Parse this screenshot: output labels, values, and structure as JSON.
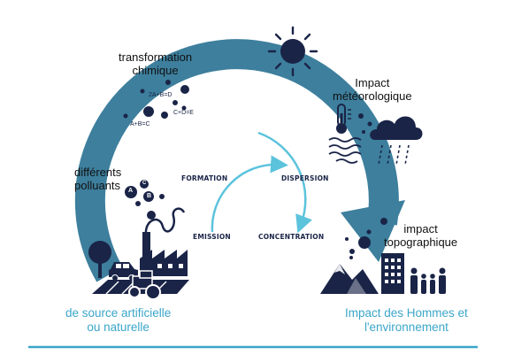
{
  "labels": {
    "transformation": [
      "transformation",
      "chimique"
    ],
    "meteo": [
      "Impact",
      "météorologique"
    ],
    "polluants": [
      "différents",
      "polluants"
    ],
    "topo": [
      "impact",
      "topographique"
    ],
    "source": [
      "de source artificielle",
      "ou naturelle"
    ],
    "impact_hommes": [
      "Impact des Hommes et",
      "l'environnement"
    ]
  },
  "cycle_stages": {
    "formation": "FORMATION",
    "dispersion": "DISPERSION",
    "emission": "EMISSION",
    "concentration": "CONCENTRATION"
  },
  "reactions": {
    "r1": "2A+B=D",
    "r2": "C+D=E",
    "r3": "A+B=C"
  },
  "molecules": [
    "A",
    "B",
    "C"
  ],
  "colors": {
    "arc": "#3d7f9d",
    "arc_dark": "#2f6e8b",
    "navy": "#1a2447",
    "light_teal": "#5cc3dc",
    "teal_text": "#3aa6c8",
    "baseline": "#3aa6c8"
  },
  "icons": {
    "sun": "sun-icon",
    "thermometer": "thermometer-icon",
    "cloud_rain": "rain-cloud-icon",
    "wind": "wind-icon",
    "factory": "factory-icon",
    "tree": "tree-icon",
    "car": "car-icon",
    "tractor": "tractor-icon",
    "mountains": "mountains-icon",
    "building": "building-icon",
    "people": "people-icon"
  }
}
